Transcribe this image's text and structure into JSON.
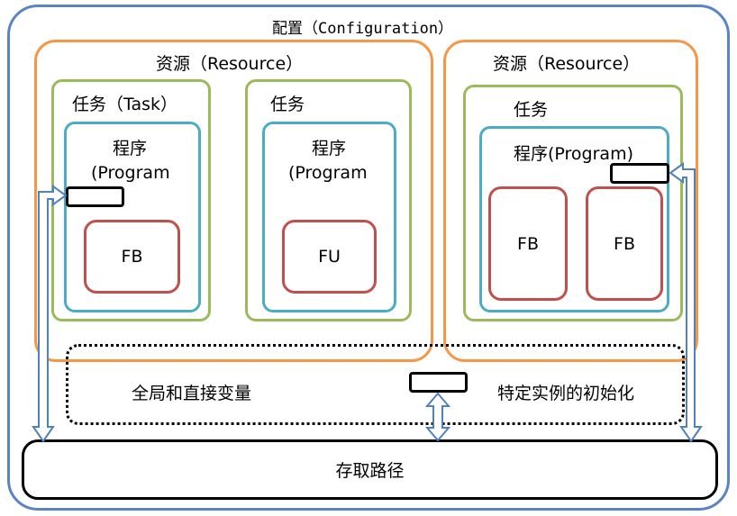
{
  "configuration": {
    "label": "配置（Configuration）"
  },
  "resources": [
    {
      "label": "资源（Resource）",
      "tasks": [
        {
          "label": "任务（Task）",
          "program": {
            "label_line1": "程序",
            "label_line2": "(Program"
          },
          "block": "FB"
        },
        {
          "label": "任务",
          "program": {
            "label_line1": "程序",
            "label_line2": "(Program"
          },
          "block": "FU"
        }
      ]
    },
    {
      "label": "资源（Resource）",
      "tasks": [
        {
          "label": "任务",
          "program": {
            "label": "程序(Program)"
          },
          "blocks": [
            "FB",
            "FB"
          ]
        }
      ]
    }
  ],
  "variables": {
    "global_direct": "全局和直接变量",
    "instance_init": "特定实例的初始化"
  },
  "access_path": {
    "label": "存取路径"
  },
  "colors": {
    "configuration": "#5B84C4",
    "resource": "#F79646",
    "task": "#9BBB59",
    "program": "#4BACC6",
    "function_block": "#C0504D",
    "arrow_fill": "#FFFFFF",
    "arrow_stroke": "#4F81BD"
  }
}
